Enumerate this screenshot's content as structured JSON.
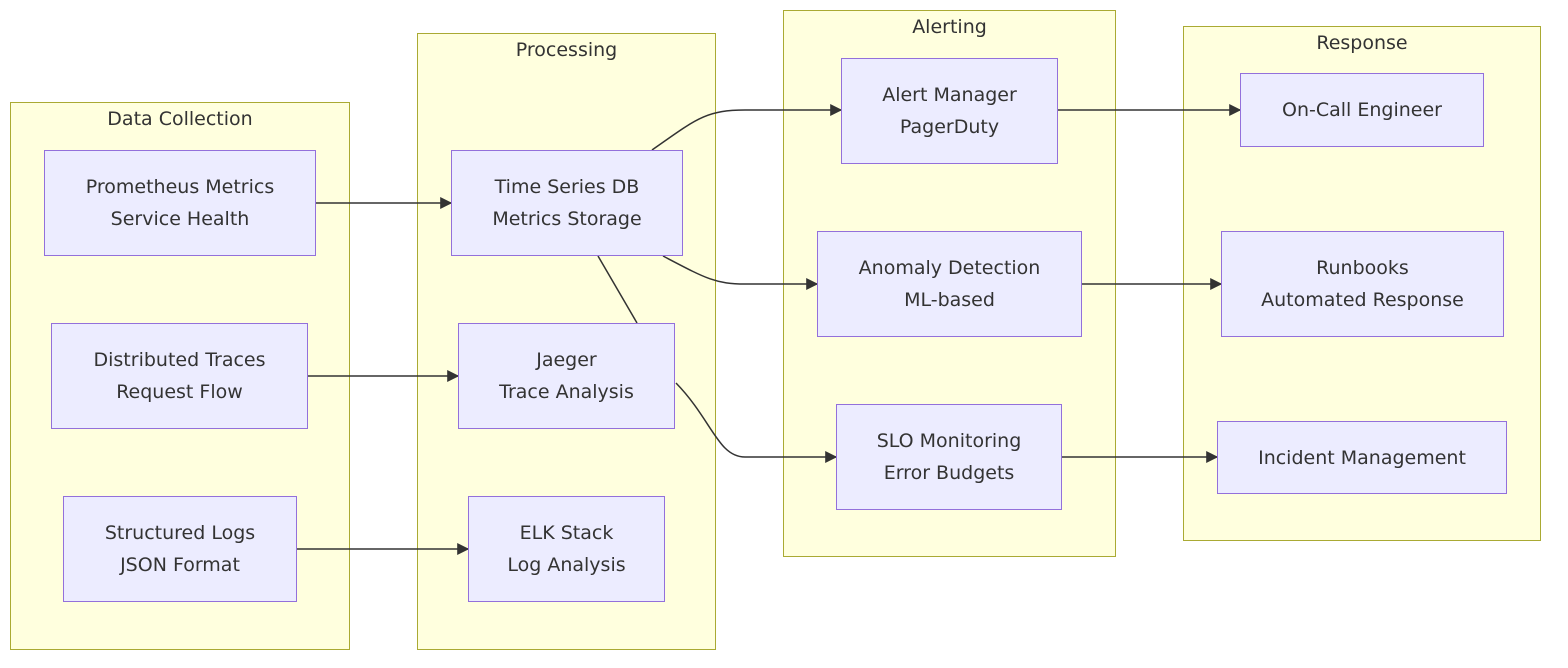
{
  "colors": {
    "cluster_fill": "#ffffde",
    "cluster_border": "#aaaa33",
    "node_fill": "#ececff",
    "node_border": "#9370db",
    "text": "#333333",
    "edge": "#333333"
  },
  "clusters": {
    "data_collection": "Data Collection",
    "processing": "Processing",
    "alerting": "Alerting",
    "response": "Response"
  },
  "nodes": {
    "prometheus": {
      "line1": "Prometheus Metrics",
      "line2": "Service Health"
    },
    "traces": {
      "line1": "Distributed Traces",
      "line2": "Request Flow"
    },
    "logs": {
      "line1": "Structured Logs",
      "line2": "JSON Format"
    },
    "tsdb": {
      "line1": "Time Series DB",
      "line2": "Metrics Storage"
    },
    "jaeger": {
      "line1": "Jaeger",
      "line2": "Trace Analysis"
    },
    "elk": {
      "line1": "ELK Stack",
      "line2": "Log Analysis"
    },
    "alertmanager": {
      "line1": "Alert Manager",
      "line2": "PagerDuty"
    },
    "anomaly": {
      "line1": "Anomaly Detection",
      "line2": "ML-based"
    },
    "slo": {
      "line1": "SLO Monitoring",
      "line2": "Error Budgets"
    },
    "oncall": {
      "line1": "On-Call Engineer"
    },
    "runbooks": {
      "line1": "Runbooks",
      "line2": "Automated Response"
    },
    "incident": {
      "line1": "Incident Management"
    }
  },
  "edges": [
    {
      "from": "prometheus",
      "to": "tsdb"
    },
    {
      "from": "traces",
      "to": "jaeger"
    },
    {
      "from": "logs",
      "to": "elk"
    },
    {
      "from": "tsdb",
      "to": "alertmanager"
    },
    {
      "from": "tsdb",
      "to": "anomaly"
    },
    {
      "from": "jaeger",
      "to": "tsdb"
    },
    {
      "from": "jaeger",
      "to": "slo"
    },
    {
      "from": "alertmanager",
      "to": "oncall"
    },
    {
      "from": "anomaly",
      "to": "runbooks"
    },
    {
      "from": "slo",
      "to": "incident"
    }
  ]
}
